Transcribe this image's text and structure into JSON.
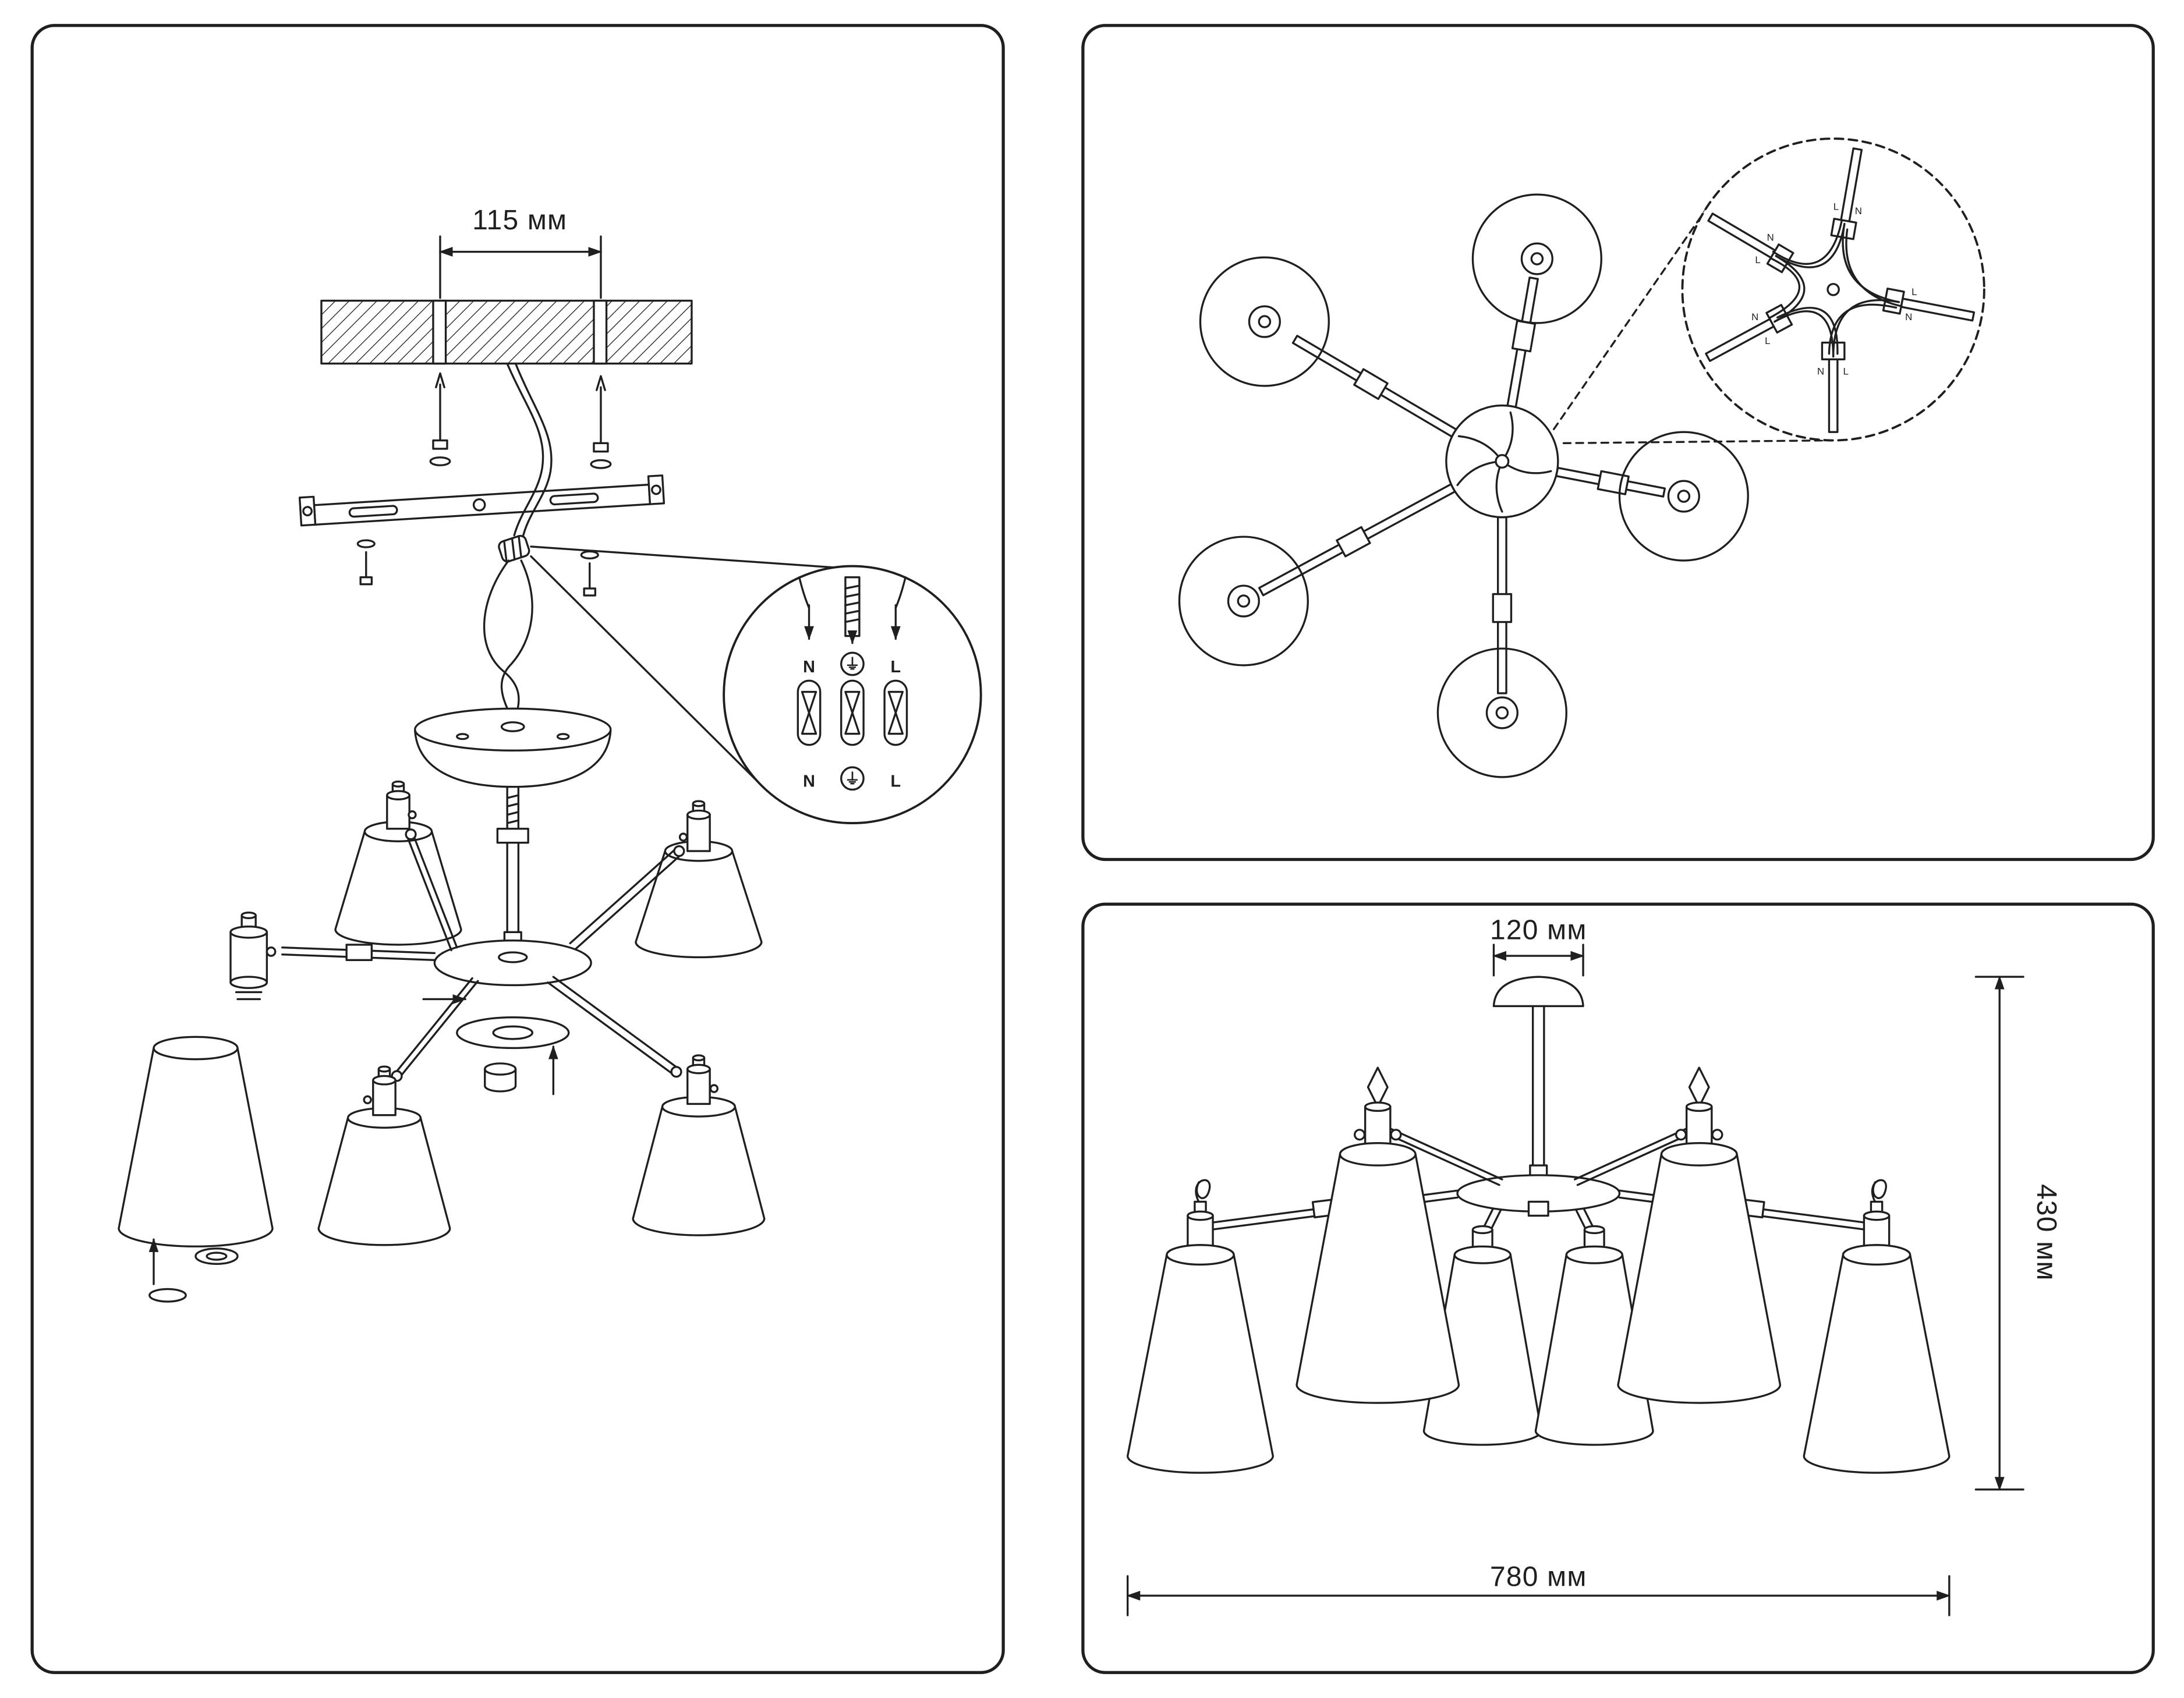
{
  "meta": {
    "background_color": "#ffffff",
    "line_color": "#1f1f1f",
    "document_kind": "chandelier assembly instruction sheet"
  },
  "assembly_panel": {
    "ceiling_dim_label": "115 мм",
    "terminal_top": {
      "n": "N",
      "earth": "⏚",
      "l": "L"
    },
    "terminal_bottom": {
      "n": "N",
      "earth": "⏚",
      "l": "L"
    }
  },
  "top_view_panel": {
    "wire_labels": {
      "n": "N",
      "l": "L"
    }
  },
  "side_view_panel": {
    "canopy_dim_label": "120 мм",
    "height_dim_label": "430 мм",
    "width_dim_label": "780 мм"
  }
}
